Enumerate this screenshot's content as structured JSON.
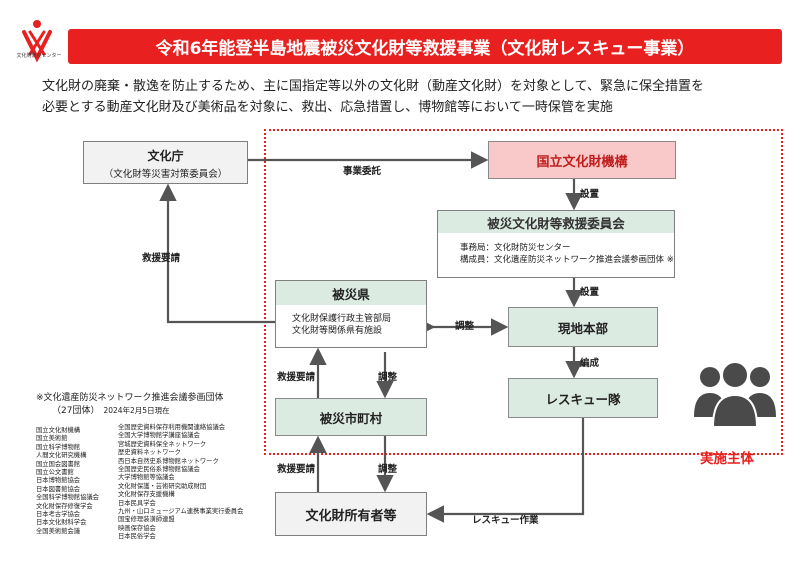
{
  "header": {
    "logo_text": "文化財防災センター",
    "title": "令和6年能登半島地震被災文化財等救援事業（文化財レスキュー事業）"
  },
  "intro": {
    "line1": "文化財の廃棄・散逸を防止するため、主に国指定等以外の文化財（動産文化財）を対象として、緊急に保全措置を",
    "line2": "必要とする動産文化財及び美術品を対象に、救出、応急措置し、博物館等において一時保管を実施"
  },
  "nodes": {
    "agency": {
      "title": "文化庁",
      "subtitle": "（文化財等災害対策委員会）"
    },
    "nich": {
      "title": "国立文化財機構"
    },
    "committee": {
      "title": "被災文化財等救援委員会",
      "line1": "事務局：文化財防災センター",
      "line2": "構成員：文化遺産防災ネットワーク推進会議参画団体 ※"
    },
    "prefecture": {
      "title": "被災県",
      "line1": "文化財保護行政主管部局",
      "line2": "文化財等関係県有施設"
    },
    "hq": {
      "title": "現地本部"
    },
    "rescue_team": {
      "title": "レスキュー隊"
    },
    "municipality": {
      "title": "被災市町村"
    },
    "owner": {
      "title": "文化財所有者等"
    }
  },
  "edges": {
    "commission": "事業委託",
    "setup1": "設置",
    "setup2": "設置",
    "organize": "編成",
    "request_main": "救援要請",
    "coord_pref": "調整",
    "request_pref": "救援要請",
    "coord_pref_muni": "調整",
    "request_muni": "救援要請",
    "coord_muni_owner": "調整",
    "rescue_work": "レスキュー作業"
  },
  "implementer_label": "実施主体",
  "note": {
    "heading": "※文化遺産防災ネットワーク推進会議参画団体",
    "count": "（27団体）",
    "date": "2024年2月5日現在",
    "col1": [
      "国立文化財機構",
      "国立美術館",
      "国立科学博物館",
      "人間文化研究機構",
      "国立国会図書館",
      "国立公文書館",
      "日本博物館協会",
      "日本図書館協会",
      "全国科学博物館協議会",
      "文化財保存修復学会",
      "日本考古学協会",
      "日本文化財科学会",
      "全国美術館会議"
    ],
    "col2": [
      "全国歴史資料保存利用機関連絡協議会",
      "全国大学博物館学講座協議会",
      "宮城歴史資料保全ネットワーク",
      "歴史資料ネットワーク",
      "西日本自然史系博物館ネットワーク",
      "全国歴史民俗系博物館協議会",
      "大学博物館等協議会",
      "文化財保護・芸術研究助成財団",
      "文化財保存支援機構",
      "日本民具学会",
      "九州・山口ミュージアム連携事業実行委員会",
      "国宝修理装潢師連盟",
      "映画保存協会",
      "日本民俗学会"
    ]
  },
  "colors": {
    "accent_red": "#e8201f",
    "pink_fill": "#f8c9c8",
    "green_fill": "#dcebe2",
    "gray_fill": "#f2f2f2"
  },
  "icons": [
    "logo-mark",
    "people-group-icon"
  ]
}
